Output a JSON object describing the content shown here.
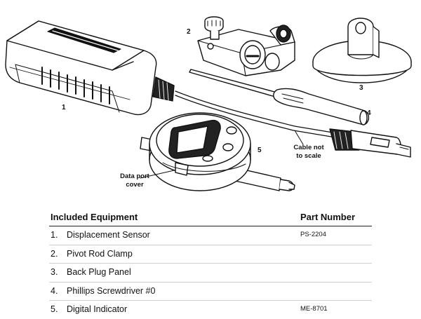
{
  "callouts": {
    "c1": "1",
    "c2": "2",
    "c3": "3",
    "c4": "4",
    "c5": "5"
  },
  "notes": {
    "data_port_line1": "Data port",
    "data_port_line2": "cover",
    "cable_line1": "Cable not",
    "cable_line2": "to scale"
  },
  "table": {
    "header_item": "Included Equipment",
    "header_part": "Part Number",
    "rows": [
      {
        "num": "1.",
        "name": "Displacement Sensor",
        "part": "PS-2204"
      },
      {
        "num": "2.",
        "name": "Pivot Rod Clamp",
        "part": ""
      },
      {
        "num": "3.",
        "name": "Back Plug Panel",
        "part": ""
      },
      {
        "num": "4.",
        "name": "Phillips Screwdriver #0",
        "part": ""
      },
      {
        "num": "5.",
        "name": "Digital Indicator",
        "part": "ME-8701"
      }
    ]
  },
  "icons": [
    "displacement-sensor-illustration",
    "pivot-rod-clamp-illustration",
    "back-plug-panel-illustration",
    "screwdriver-illustration",
    "digital-indicator-illustration",
    "cable-illustration"
  ]
}
